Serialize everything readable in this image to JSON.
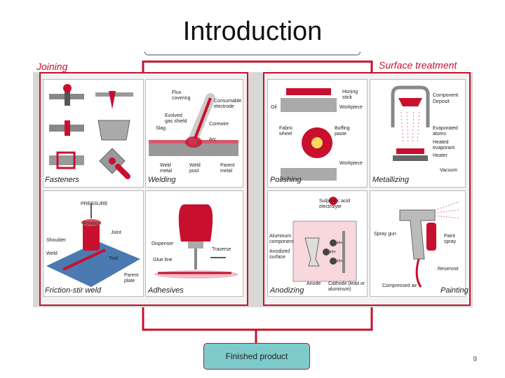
{
  "title": "Introduction",
  "categories": {
    "left": "Joining",
    "right": "Surface treatment"
  },
  "process_labels": {
    "fasteners": "Fasteners",
    "welding": "Welding",
    "polishing": "Polishing",
    "metallizing": "Metallizing",
    "friction_stir": "Friction-stir weld",
    "adhesives": "Adhesives",
    "anodizing": "Anodizing",
    "painting": "Painting"
  },
  "welding_labels": {
    "flux": "Flux covering",
    "consumable": "Consumable electrode",
    "evolved": "Evolved gas shield",
    "slag": "Slag",
    "corewire": "Corewire",
    "arc": "Arc",
    "weld_metal": "Weld metal",
    "weld_pool": "Weld pool",
    "parent": "Parent metal"
  },
  "polishing_labels": {
    "honing": "Honing stick",
    "oil": "Oil",
    "workpiece_top": "Workpiece",
    "fabric": "Fabric wheel",
    "buffing": "Buffing paste",
    "workpiece_bottom": "Workpiece"
  },
  "metallizing_labels": {
    "component": "Component",
    "deposit": "Deposit",
    "evaporated": "Evaporated atoms",
    "heated": "Heated evaporant",
    "heater": "Heater",
    "vacuum": "Vacuum"
  },
  "fsw_labels": {
    "pressure": "PRESSURE",
    "rotation": "Rotation",
    "shoulder": "Shoulder",
    "joint": "Joint",
    "weld": "Weld",
    "tool": "Tool",
    "parent": "Parent plate"
  },
  "adhesive_labels": {
    "dispenser": "Dispenser",
    "traverse": "Traverse",
    "glue": "Glue line"
  },
  "anodizing_labels": {
    "acid": "Sulphuric acid electrolyte",
    "aluminum": "Aluminum component",
    "anodized": "Anodized surface",
    "anode": "Anode",
    "cathode": "Cathode (lead or aluminum)",
    "ion1": "H+",
    "ion2": "H+",
    "ion3": "H+"
  },
  "painting_labels": {
    "spraygun": "Spray gun",
    "paint_spray": "Paint spray",
    "reservoir": "Reservoir",
    "compressed": "Compressed air"
  },
  "finished": "Finished product",
  "page_number": "9",
  "colors": {
    "accent_red": "#c8102e",
    "finish_fill": "#7ecbcb"
  }
}
